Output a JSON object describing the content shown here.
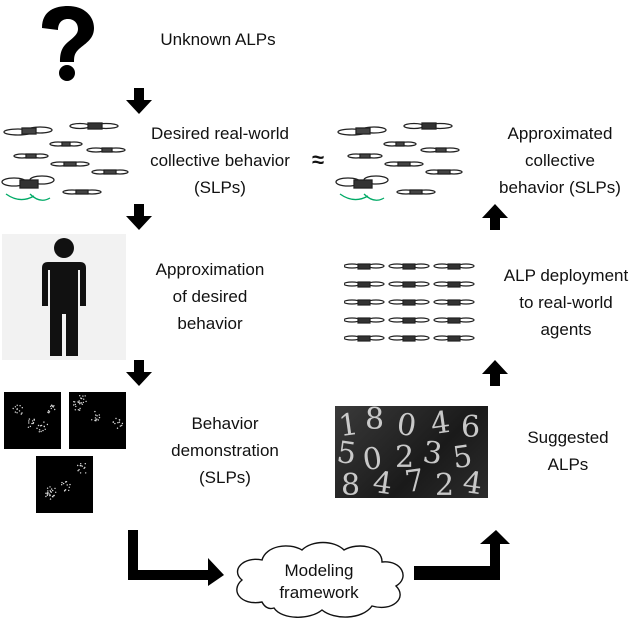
{
  "diagram": {
    "unknown_label": "Unknown ALPs",
    "approx_sign": "≈",
    "desired_behavior": {
      "line1": "Desired real-world",
      "line2": "collective behavior",
      "line3": "(SLPs)"
    },
    "approximated_behavior": {
      "line1": "Approximated",
      "line2": "collective",
      "line3": "behavior (SLPs)"
    },
    "approximation": {
      "line1": "Approximation",
      "line2": "of desired",
      "line3": "behavior"
    },
    "alp_deployment": {
      "line1": "ALP deployment",
      "line2": "to real-world",
      "line3": "agents"
    },
    "demonstration": {
      "line1": "Behavior",
      "line2": "demonstration",
      "line3": "(SLPs)"
    },
    "suggested": {
      "line1": "Suggested",
      "line2": "ALPs"
    },
    "framework": {
      "line1": "Modeling",
      "line2": "framework"
    },
    "digits_image": [
      "1",
      "8",
      "0",
      "4",
      "6",
      "5",
      "0",
      "2",
      "3",
      "5",
      "8",
      "4",
      "7",
      "2",
      "4"
    ]
  }
}
